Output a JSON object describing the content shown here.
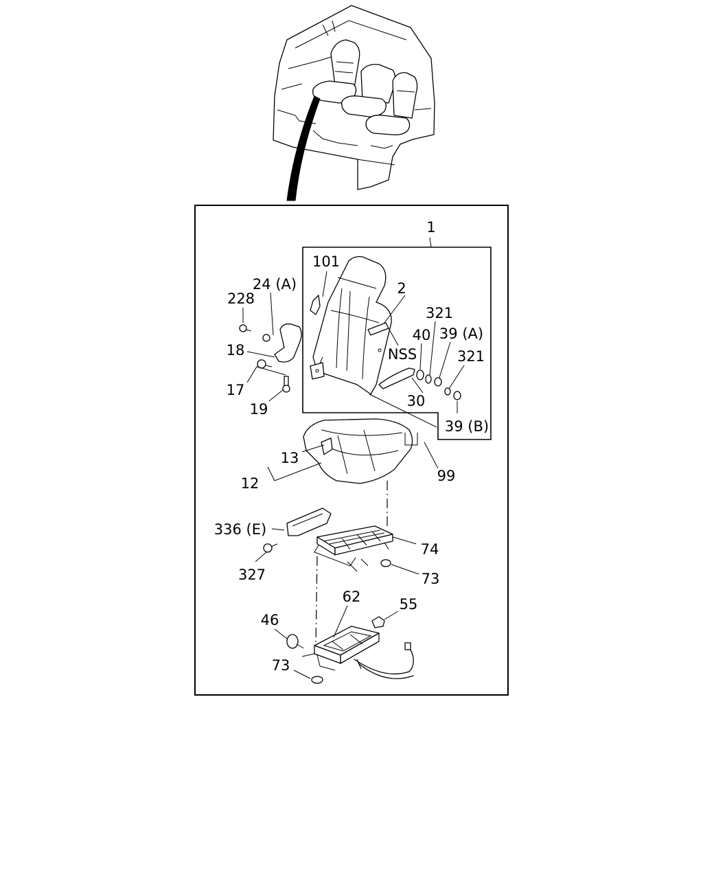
{
  "labels": {
    "p1": "1",
    "p101": "101",
    "p2": "2",
    "p24a": "24 (A)",
    "p228": "228",
    "p18": "18",
    "p17": "17",
    "p19": "19",
    "pnss": "NSS",
    "p321a": "321",
    "p40": "40",
    "p39a": "39 (A)",
    "p321b": "321",
    "p30": "30",
    "p39b": "39 (B)",
    "p13": "13",
    "p12": "12",
    "p99": "99",
    "p336e": "336 (E)",
    "p74": "74",
    "p327": "327",
    "p73a": "73",
    "p62": "62",
    "p55": "55",
    "p46": "46",
    "p73b": "73"
  }
}
